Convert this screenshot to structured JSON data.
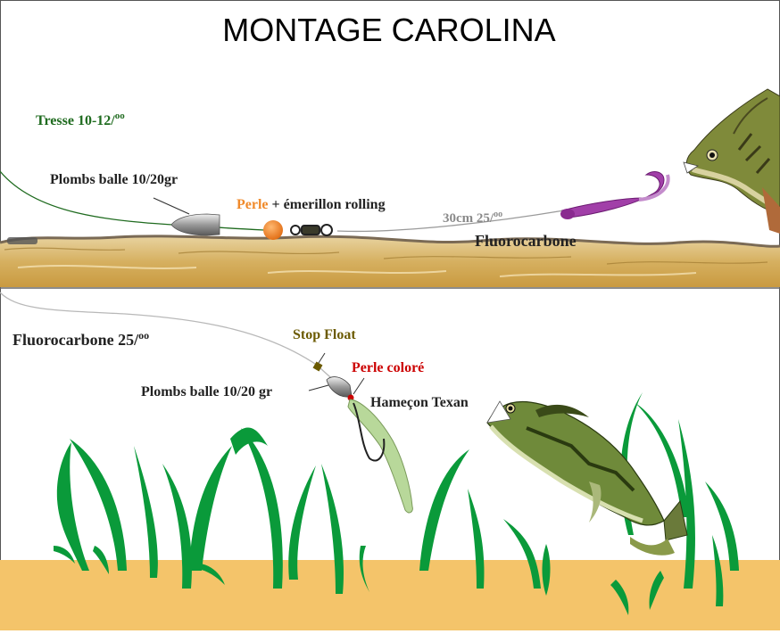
{
  "title": "MONTAGE CAROLINA",
  "top": {
    "braid": "Tresse 10-12/",
    "braid_unit": "oo",
    "sinker": "Plombs balle 10/20gr",
    "bead": "Perle",
    "swivel": " + émerillon rolling",
    "leader": "30cm 25/",
    "leader_unit": "oo",
    "fluoro": "Fluorocarbone"
  },
  "bottom": {
    "line": "Fluorocarbone 25/",
    "line_unit": "oo",
    "stop": "Stop Float",
    "bead": "Perle coloré",
    "sinker": "Plombs balle 10/20 gr",
    "hook": "Hameçon Texan"
  },
  "colors": {
    "braid": "#1f6b1f",
    "bead": "#f08a2a",
    "stop": "#6b5a00",
    "red_bead": "#cc0000",
    "sand": "#f4c46a",
    "weed": "#0a9a3a",
    "worm_top": "#a13fa8",
    "worm_bottom": "#b8d89a"
  }
}
